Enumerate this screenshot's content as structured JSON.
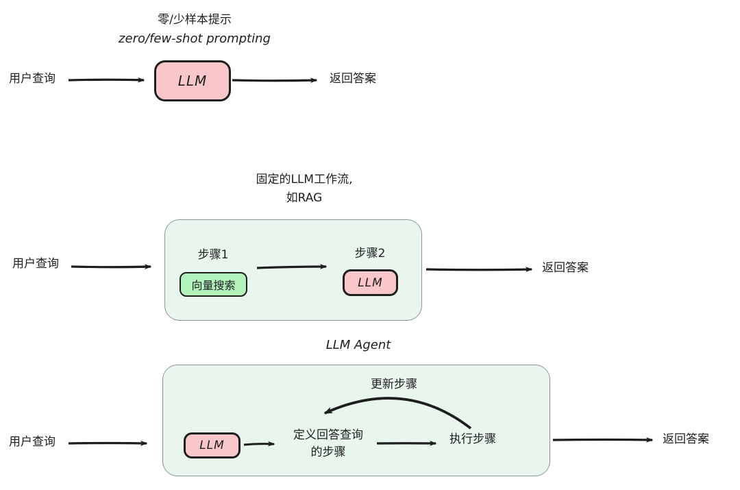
{
  "colors": {
    "ink": "#1e1e1e",
    "llm_box_fill": "#f9c6c9",
    "tool_box_fill": "#b2f2bb",
    "container_fill": "#e9f6ee",
    "container_border": "#8b949b",
    "background": "#ffffff"
  },
  "zero_few_shot": {
    "title_zh": "零/少样本提示",
    "title_en": "zero/few-shot prompting",
    "input_label": "用户查询",
    "llm_label": "LLM",
    "output_label": "返回答案"
  },
  "fixed_workflow": {
    "title_line1": "固定的LLM工作流,",
    "title_line2": "如RAG",
    "input_label": "用户查询",
    "step1_label": "步骤1",
    "step1_box_label": "向量搜索",
    "step2_label": "步骤2",
    "step2_box_label": "LLM",
    "output_label": "返回答案"
  },
  "llm_agent": {
    "title": "LLM Agent",
    "input_label": "用户查询",
    "llm_label": "LLM",
    "define_steps_line1": "定义回答查询",
    "define_steps_line2": "的步骤",
    "execute_label": "执行步骤",
    "update_label": "更新步骤",
    "output_label": "返回答案"
  }
}
